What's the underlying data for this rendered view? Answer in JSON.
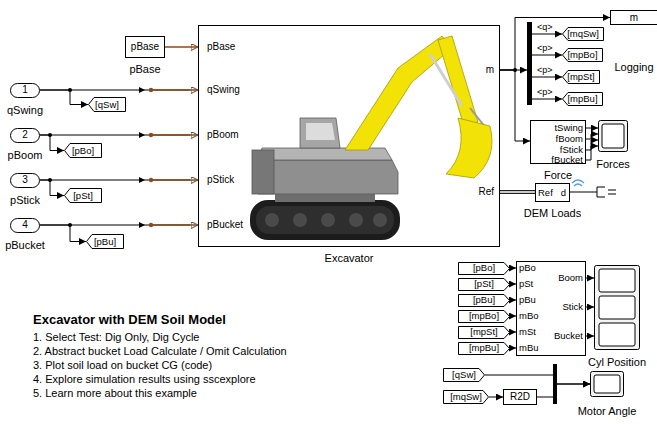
{
  "diagram": {
    "title": "Excavator with DEM Soil Model",
    "nodes": [
      {
        "text": [
          "pBase",
          "pBase"
        ]
      },
      {
        "text": [
          "1",
          "qSwing"
        ]
      },
      {
        "text": [
          "[qSw]"
        ]
      },
      {
        "text": [
          "2",
          "pBoom"
        ]
      },
      {
        "text": [
          "[pBo]"
        ]
      },
      {
        "text": [
          "3",
          "pStick"
        ]
      },
      {
        "text": [
          "[pSt]"
        ]
      },
      {
        "text": [
          "4",
          "pBucket"
        ]
      },
      {
        "text": [
          "[pBu]"
        ]
      },
      {
        "text": [
          "pBase",
          "qSwing",
          "pBoom",
          "pStick",
          "pBucket",
          "m",
          "Ref",
          "Excavator"
        ]
      },
      {
        "text": [
          "m",
          "Logging"
        ]
      },
      {
        "text": [
          "<q>",
          "<p>",
          "<p>",
          "<p>"
        ]
      },
      {
        "text": [
          "[mqSw]"
        ]
      },
      {
        "text": [
          "[mpBo]"
        ]
      },
      {
        "text": [
          "[mpSt]"
        ]
      },
      {
        "text": [
          "[mpBu]"
        ]
      },
      {
        "text": [
          "tSwing",
          "fBoom",
          "fStick",
          "fBucket",
          "Force"
        ]
      },
      {
        "text": [
          "Forces"
        ]
      },
      {
        "text": [
          "Ref",
          "d",
          "DEM Loads"
        ]
      },
      {
        "text": [
          "[pBo]"
        ]
      },
      {
        "text": [
          "[pSt]"
        ]
      },
      {
        "text": [
          "[pBu]"
        ]
      },
      {
        "text": [
          "[mpBo]"
        ]
      },
      {
        "text": [
          "[mpSt]"
        ]
      },
      {
        "text": [
          "[mpBu]"
        ]
      },
      {
        "text": [
          "pBo",
          "pSt",
          "pBu",
          "mBo",
          "mSt",
          "mBu",
          "Boom",
          "Stick",
          "Bucket"
        ]
      },
      {
        "text": [
          "Cyl Position"
        ]
      },
      {
        "text": [
          "[qSw]"
        ]
      },
      {
        "text": [
          "[mqSw]"
        ]
      },
      {
        "text": [
          "R2D"
        ]
      },
      {
        "text": [
          "Motor Angle"
        ]
      }
    ],
    "edges": [
      {
        "from": 0,
        "to": 9,
        "arrow": "to"
      },
      {
        "from": 1,
        "to": 2,
        "arrow": "to"
      },
      {
        "from": 1,
        "to": 9,
        "arrow": "to"
      },
      {
        "from": 3,
        "to": 4,
        "arrow": "to"
      },
      {
        "from": 3,
        "to": 9,
        "arrow": "to"
      },
      {
        "from": 5,
        "to": 6,
        "arrow": "to"
      },
      {
        "from": 5,
        "to": 9,
        "arrow": "to"
      },
      {
        "from": 7,
        "to": 8,
        "arrow": "to"
      },
      {
        "from": 7,
        "to": 9,
        "arrow": "to"
      },
      {
        "from": 9,
        "to": 10,
        "arrow": "to"
      },
      {
        "from": 9,
        "to": 11,
        "arrow": "to"
      },
      {
        "from": 9,
        "to": 16,
        "arrow": "to"
      },
      {
        "from": 9,
        "to": 18,
        "arrow": "none"
      },
      {
        "from": 11,
        "to": 12,
        "arrow": "to"
      },
      {
        "from": 11,
        "to": 13,
        "arrow": "to"
      },
      {
        "from": 11,
        "to": 14,
        "arrow": "to"
      },
      {
        "from": 11,
        "to": 15,
        "arrow": "to"
      },
      {
        "from": 16,
        "to": 17,
        "arrow": "to"
      },
      {
        "from": 16,
        "to": 17,
        "arrow": "to"
      },
      {
        "from": 16,
        "to": 17,
        "arrow": "to"
      },
      {
        "from": 16,
        "to": 17,
        "arrow": "to"
      },
      {
        "from": 19,
        "to": 25,
        "arrow": "to"
      },
      {
        "from": 20,
        "to": 25,
        "arrow": "to"
      },
      {
        "from": 21,
        "to": 25,
        "arrow": "to"
      },
      {
        "from": 22,
        "to": 25,
        "arrow": "to"
      },
      {
        "from": 23,
        "to": 25,
        "arrow": "to"
      },
      {
        "from": 24,
        "to": 25,
        "arrow": "to"
      },
      {
        "from": 25,
        "to": 26,
        "arrow": "to"
      },
      {
        "from": 25,
        "to": 26,
        "arrow": "to"
      },
      {
        "from": 25,
        "to": 26,
        "arrow": "to"
      },
      {
        "from": 27,
        "to": 30,
        "arrow": "to"
      },
      {
        "from": 28,
        "to": 29,
        "arrow": "to"
      },
      {
        "from": 29,
        "to": 30,
        "arrow": "to"
      }
    ],
    "labels": [
      "1. Select Test: Dig Only, Dig Cycle",
      "2. Abstract bucket Load Calculate / Omit Calculation",
      "3. Plot soil load on bucket CG (code)",
      "4. Explore simulation results using sscexplore",
      "5. Learn more about this example"
    ]
  }
}
